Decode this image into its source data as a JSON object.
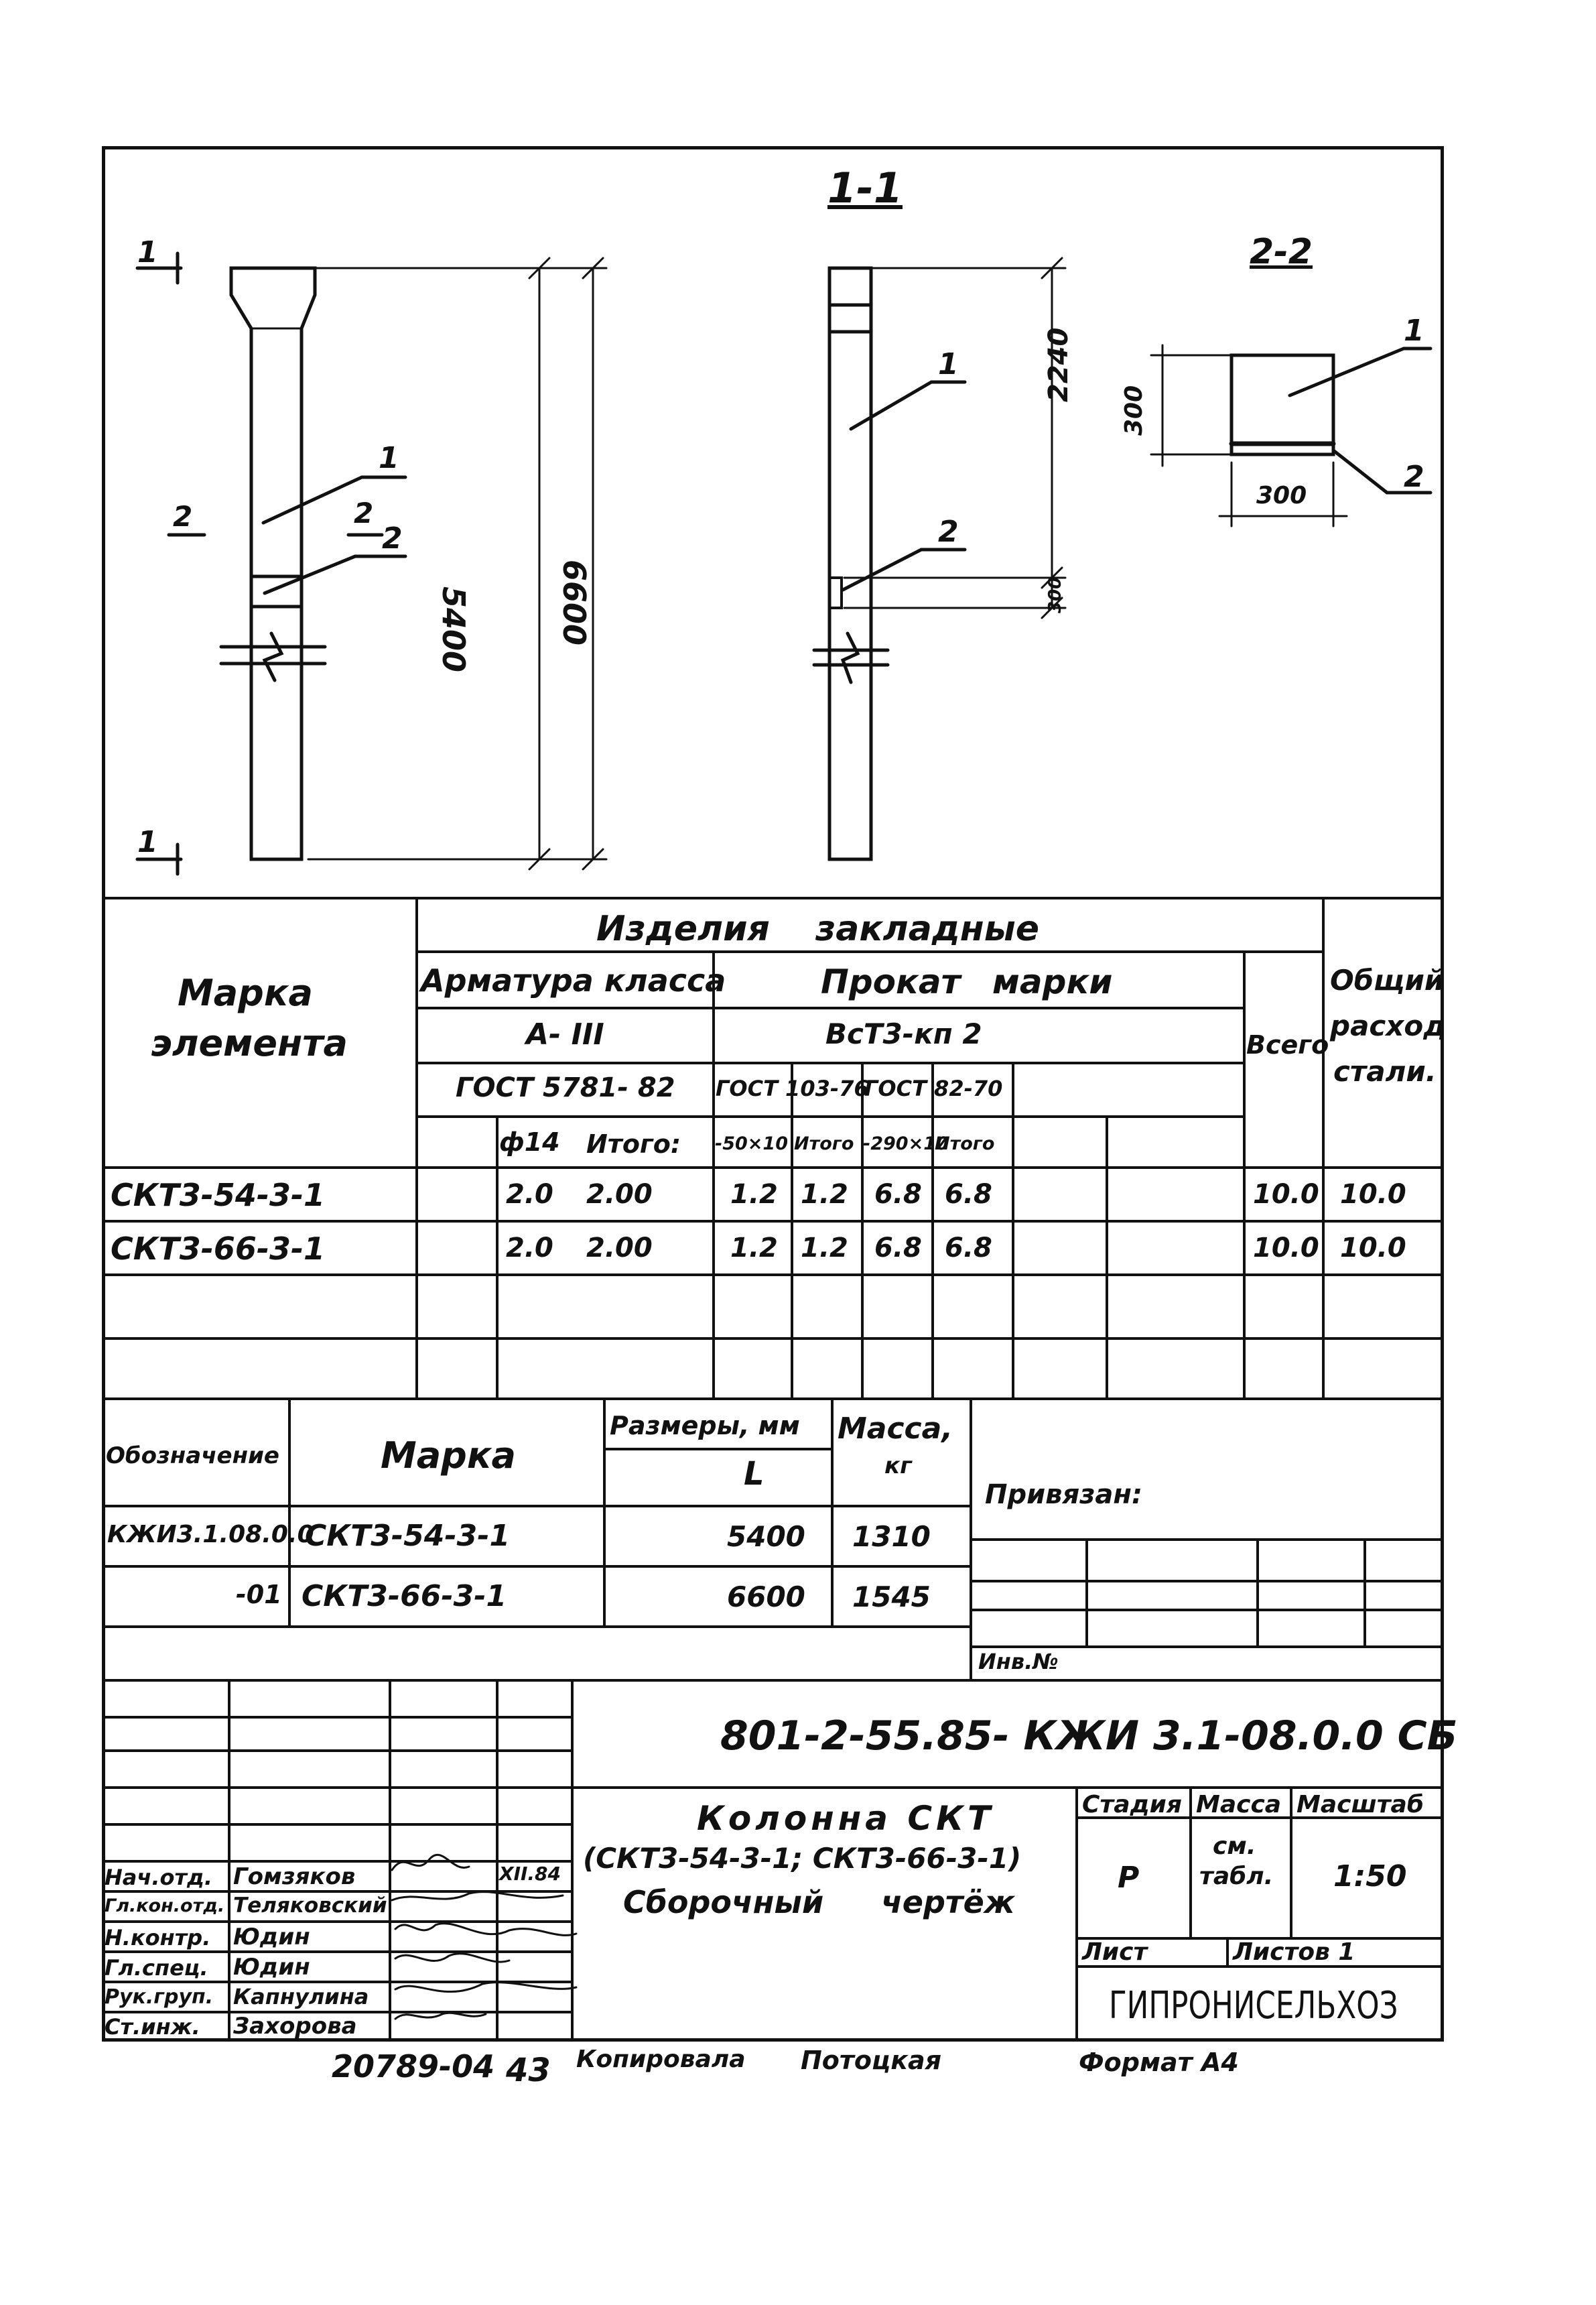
{
  "drawing": {
    "section_1_1": "1-1",
    "section_2_2": "2-2",
    "cut_mark_1": "1",
    "cut_mark_2": "2",
    "pos_1": "1",
    "pos_2": "2",
    "dim_5400": "5400",
    "dim_6600": "6600",
    "dim_2240": "2240",
    "dim_300_a": "300",
    "dim_300_b": "300",
    "dim_300_c": "300"
  },
  "embedded_table": {
    "title": "Изделия закладные",
    "mark_header_1": "Марка",
    "mark_header_2": "элемента",
    "rebar_class": "Арматура класса",
    "rebar_grade": "А- III",
    "rebar_gost": "ГОСТ 5781- 82",
    "rolled_brand": "Прокат марки",
    "rolled_grade": "ВсТ3-кп 2",
    "gost_103": "ГОСТ 103-76",
    "gost_82": "ГОСТ 82-70",
    "total": "Всего",
    "steel_1": "Общий",
    "steel_2": "расход",
    "steel_3": "стали.",
    "sub_headers": [
      "ф14",
      "Итого:",
      "-50×10",
      "Итого",
      "-290×10",
      "Итого"
    ],
    "rows": [
      {
        "mark": "СКТ3-54-3-1",
        "d14": "2.0",
        "itogo1": "2.00",
        "s50": "1.2",
        "itogo2": "1.2",
        "s290": "6.8",
        "itogo3": "6.8",
        "total": "10.0",
        "steel": "10.0"
      },
      {
        "mark": "СКТ3-66-3-1",
        "d14": "2.0",
        "itogo1": "2.00",
        "s50": "1.2",
        "itogo2": "1.2",
        "s290": "6.8",
        "itogo3": "6.8",
        "total": "10.0",
        "steel": "10.0"
      }
    ]
  },
  "spec_table": {
    "designation": "Обозначение",
    "mark": "Марка",
    "sizes": "Размеры, мм",
    "mass_1": "Масса,",
    "mass_2": "кг",
    "l": "L",
    "rows": [
      {
        "designation": "КЖИ3.1.08.0.0",
        "mark": "СКТ3-54-3-1",
        "l": "5400",
        "mass": "1310"
      },
      {
        "designation": "-01",
        "mark": "СКТ3-66-3-1",
        "l": "6600",
        "mass": "1545"
      }
    ],
    "bound": "Привязан:",
    "inv": "Инв.№"
  },
  "title_block": {
    "code": "801-2-55.85- КЖИ 3.1-08.0.0 СБ",
    "name_1": "Колонна СКТ",
    "name_2": "(СКТ3-54-3-1; СКТ3-66-3-1)",
    "name_3": "Сборочный чертёж",
    "stage_label": "Стадия",
    "mass_label": "Масса",
    "scale_label": "Масштаб",
    "stage": "Р",
    "mass_1": "см.",
    "mass_2": "табл.",
    "scale": "1:50",
    "sheet": "Лист",
    "sheets": "Листов 1",
    "org": "ГИПРОНИСЕЛЬХОЗ",
    "date": "XII.84",
    "roles": [
      {
        "role": "Нач.отд.",
        "name": "Гомзяков"
      },
      {
        "role": "Гл.кон.отд.",
        "name": "Теляковский"
      },
      {
        "role": "Н.контр.",
        "name": "Юдин"
      },
      {
        "role": "Гл.спец.",
        "name": "Юдин"
      },
      {
        "role": "Рук.груп.",
        "name": "Капнулина"
      },
      {
        "role": "Ст.инж.",
        "name": "Захорова"
      }
    ]
  },
  "footer": {
    "number": "20789-04",
    "page": "43",
    "copied_label": "Копировала",
    "copied_name": "Потоцкая",
    "format": "Формат А4"
  }
}
